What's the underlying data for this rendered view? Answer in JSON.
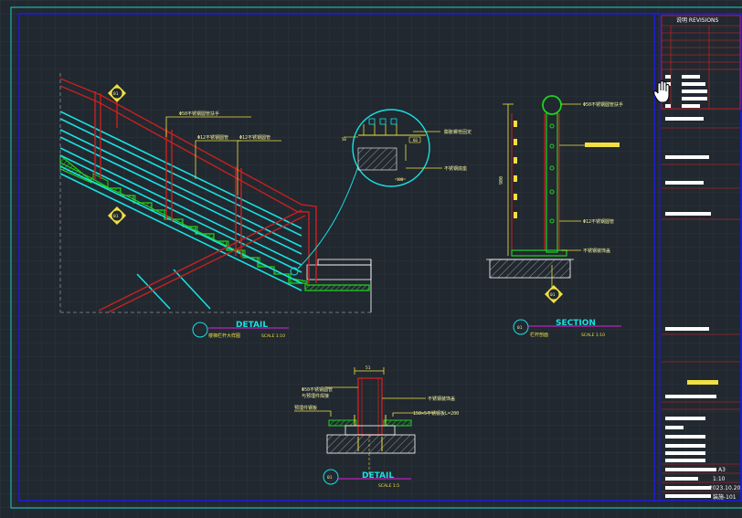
{
  "colors": {
    "background": "#212830",
    "grid": "#2c343d",
    "frame_outer": "#18d4c8",
    "frame_inner": "#1a1ae6",
    "rail": "#c82020",
    "bar": "#18e0e0",
    "stair": "#20d020",
    "hatch": "#b8b8b8",
    "leader": "#f0e040",
    "title_magenta": "#e020e0",
    "titleblock_line": "#e02020"
  },
  "views": {
    "detail_left": {
      "title": "DETAIL",
      "subtitle": "楼梯栏杆大样图",
      "scale": "SCALE 1:10"
    },
    "section": {
      "title": "SECTION",
      "subtitle": "栏杆剖面",
      "scale": "SCALE 1:10"
    },
    "detail_bottom": {
      "title": "DETAIL",
      "scale": "SCALE 1:5"
    }
  },
  "annotations": {
    "handrail_top": "Φ50不锈钢圆管扶手",
    "bar_mid_a": "Φ12不锈钢圆管",
    "bar_mid_b": "Φ12不锈钢圆管",
    "callout_right_a": "膨胀螺栓固定",
    "callout_right_b": "不锈钢底座",
    "section_top": "Φ50不锈钢圆管扶手",
    "section_mid": "Φ12不锈钢圆管",
    "section_bottom": "不锈钢装饰盖",
    "section_height": "900",
    "bottom_left_a": "Φ50不锈钢圆管",
    "bottom_left_b": "与预埋件焊接",
    "bottom_left_c": "预埋件钢板",
    "bottom_right_a": "不锈钢装饰盖",
    "bottom_right_b": "150×5不锈钢板L=200",
    "bottom_dim": "51",
    "callout_dim_a": "50",
    "callout_dim_b": "60",
    "callout_dim_c": "100",
    "bubble_a": "01",
    "bubble_b": "01",
    "bubble_c": "01",
    "bubble_d": "01",
    "bubble_e": "01"
  },
  "titleblock": {
    "header": "说明  REVISIONS",
    "sheet_size": "A3",
    "scale": "1:10",
    "date": "2023.10.20",
    "drawing_no": "装施-101"
  },
  "cursor": {
    "icon": "hand-pan-icon"
  }
}
